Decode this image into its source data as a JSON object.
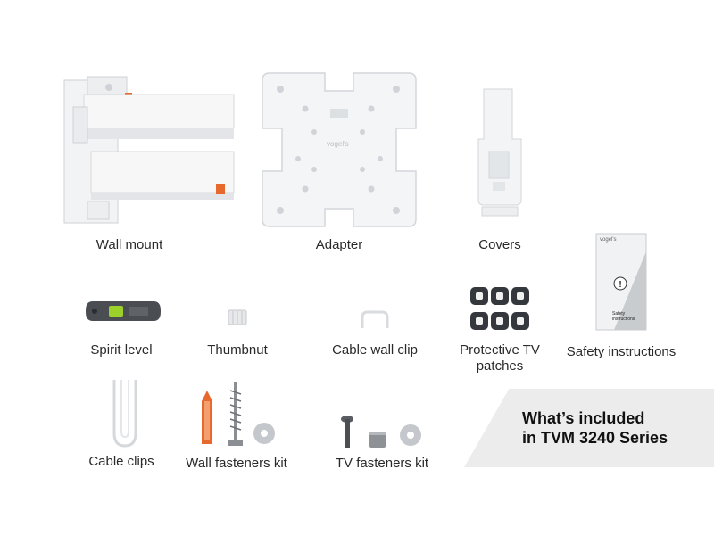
{
  "items": {
    "wall_mount": "Wall mount",
    "adapter": "Adapter",
    "covers": "Covers",
    "safety_instructions": "Safety instructions",
    "spirit_level": "Spirit level",
    "thumbnut": "Thumbnut",
    "cable_wall_clip": "Cable wall clip",
    "protective_tv_patches": "Protective TV patches",
    "cable_clips": "Cable clips",
    "wall_fasteners_kit": "Wall fasteners kit",
    "tv_fasteners_kit": "TV fasteners kit"
  },
  "booklet": {
    "brand": "vogel's",
    "title": "Safety instructions"
  },
  "banner": {
    "line1": "What’s included",
    "line2": "in TVM 3240 Series"
  },
  "colors": {
    "accent_orange": "#e8692e",
    "spirit_green": "#9bd12a",
    "dark_grey": "#4a4d52",
    "banner_bg": "#ececec"
  }
}
